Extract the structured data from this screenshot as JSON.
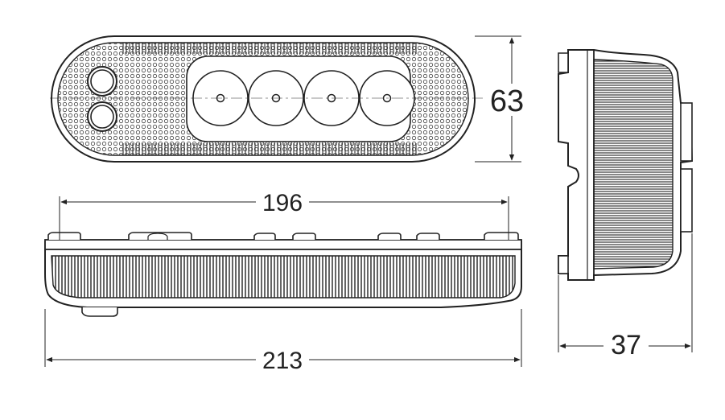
{
  "dimensions": {
    "height_top_view": "63",
    "mount_spacing": "196",
    "overall_length": "213",
    "depth": "37"
  },
  "colors": {
    "line": "#222222",
    "background": "#ffffff"
  }
}
